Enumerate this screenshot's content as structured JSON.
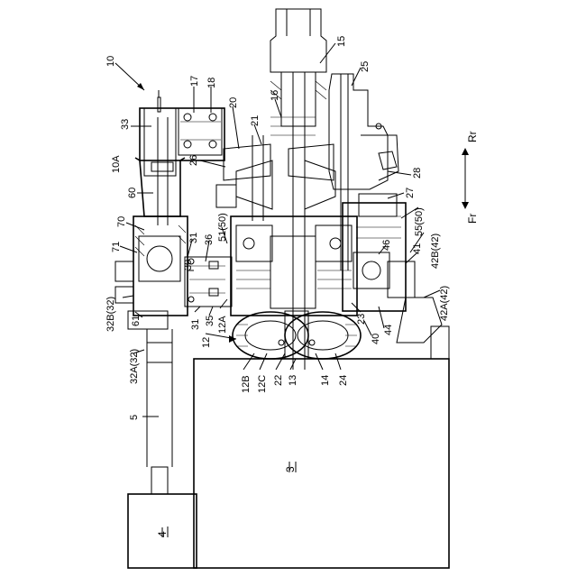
{
  "figure": {
    "labels": {
      "l10": "10",
      "l10A": "10A",
      "l33": "33",
      "l17": "17",
      "l18": "18",
      "l20": "20",
      "l21": "21",
      "l16": "16",
      "l15": "15",
      "l25": "25",
      "l26": "26",
      "l28": "28",
      "l27": "27",
      "l60": "60",
      "l70": "70",
      "l71": "71",
      "l31a": "31",
      "l36": "36",
      "l51": "51(50)",
      "l55": "55(50)",
      "l46": "46",
      "l42B": "42B(42)",
      "l41": "41",
      "l42A": "42A(42)",
      "l30": "30",
      "l32B": "32B(32)",
      "l61": "61",
      "l31b": "31",
      "l35": "35",
      "l12A": "12A",
      "l23": "23",
      "l40": "40",
      "l44": "44",
      "l32A": "32A(32)",
      "l12": "12",
      "l12B": "12B",
      "l12C": "12C",
      "l22": "22",
      "l13": "13",
      "l14": "14",
      "l24": "24",
      "l5": "5",
      "l3": "3",
      "l4": "4"
    },
    "direction": {
      "rr": "Rr",
      "fr": "Fr"
    }
  }
}
